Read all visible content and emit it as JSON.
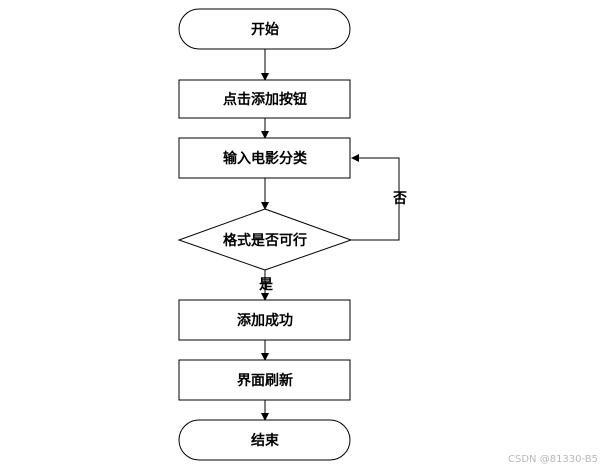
{
  "diagram": {
    "nodes": [
      {
        "id": "start",
        "label": "开始"
      },
      {
        "id": "click_add",
        "label": "点击添加按钮"
      },
      {
        "id": "input_category",
        "label": "输入电影分类"
      },
      {
        "id": "format_check",
        "label": "格式是否可行"
      },
      {
        "id": "add_success",
        "label": "添加成功"
      },
      {
        "id": "refresh",
        "label": "界面刷新"
      },
      {
        "id": "end",
        "label": "结束"
      }
    ],
    "edges": [
      {
        "from": "start",
        "to": "click_add",
        "label": ""
      },
      {
        "from": "click_add",
        "to": "input_category",
        "label": ""
      },
      {
        "from": "input_category",
        "to": "format_check",
        "label": ""
      },
      {
        "from": "format_check",
        "to": "add_success",
        "label": "是"
      },
      {
        "from": "format_check",
        "to": "input_category",
        "label": "否"
      },
      {
        "from": "add_success",
        "to": "refresh",
        "label": ""
      },
      {
        "from": "refresh",
        "to": "end",
        "label": ""
      }
    ]
  },
  "watermark": "CSDN @81330-B5",
  "colors": {
    "stroke": "#000000",
    "fill": "#ffffff",
    "watermark": "#b8b8b8"
  }
}
